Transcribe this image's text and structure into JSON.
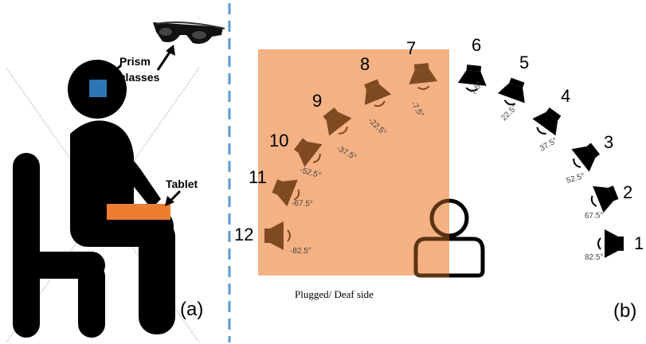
{
  "panel_a": {
    "label": "(a)",
    "prism_label_line1": "Prism",
    "prism_label_line2": "glasses",
    "tablet_label": "Tablet",
    "colors": {
      "figure": "#000000",
      "glasses_marker": "#2e75b6",
      "tablet": "#ed7d31",
      "cross_lines": "#d9d9d9"
    }
  },
  "divider": {
    "color": "#5b9bd5",
    "style": "dashed"
  },
  "panel_b": {
    "label": "(b)",
    "zone_caption": "Plugged/ Deaf side",
    "zone_color": "#f4b183",
    "speakers": [
      {
        "number": "1",
        "angle": "82.5°",
        "side": "right"
      },
      {
        "number": "2",
        "angle": "67.5°",
        "side": "right"
      },
      {
        "number": "3",
        "angle": "52.5°",
        "side": "right"
      },
      {
        "number": "4",
        "angle": "37.5°",
        "side": "right"
      },
      {
        "number": "5",
        "angle": "22.5°",
        "side": "right"
      },
      {
        "number": "6",
        "angle": "7.5°",
        "side": "right"
      },
      {
        "number": "7",
        "angle": "-7.5°",
        "side": "left"
      },
      {
        "number": "8",
        "angle": "-22.5°",
        "side": "left"
      },
      {
        "number": "9",
        "angle": "-37.5°",
        "side": "left"
      },
      {
        "number": "10",
        "angle": "-52.5°",
        "side": "left"
      },
      {
        "number": "11",
        "angle": "-67.5°",
        "side": "left"
      },
      {
        "number": "12",
        "angle": "-82.5°",
        "side": "left"
      }
    ],
    "colors": {
      "right_speaker": "#000000",
      "left_speaker": "#7f4a20",
      "angle_text": "#404040",
      "listener": "#000000",
      "listener_left_half": "#5a3412"
    }
  }
}
